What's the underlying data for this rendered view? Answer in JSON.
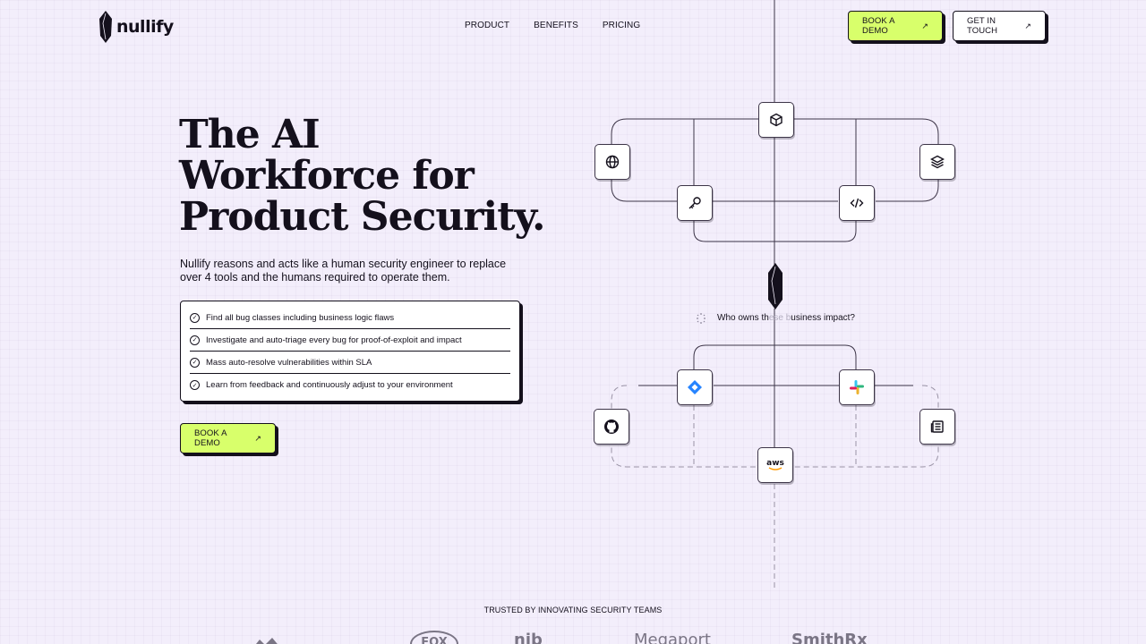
{
  "header": {
    "brand": "nullify",
    "nav": [
      "PRODUCT",
      "BENEFITS",
      "PRICING"
    ],
    "book_demo": "BOOK A DEMO",
    "get_in_touch": "GET IN TOUCH"
  },
  "hero": {
    "title_lines": [
      "The AI",
      "Workforce for",
      "Product Security."
    ],
    "subtitle": "Nullify reasons and acts like a human security engineer to replace over 4 tools and the humans required to operate them.",
    "features": [
      "Find all bug classes including business logic flaws",
      "Investigate and auto-triage every bug for proof-of-exploit and impact",
      "Mass auto-resolve vulnerabilities within SLA",
      "Learn from feedback and continuously adjust to your environment"
    ],
    "cta": "BOOK A DEMO"
  },
  "diagram": {
    "typing_prompt": "Who owns th",
    "typing_faded": "ese b",
    "typing_rest": "usiness impact?",
    "top_icons": [
      "cube-icon",
      "globe-icon",
      "layers-icon",
      "key-icon",
      "code-icon"
    ],
    "bottom_icons": [
      "jira-icon",
      "slack-icon",
      "github-icon",
      "news-icon",
      "aws-icon"
    ],
    "aws_label": "aws"
  },
  "trusted": {
    "heading": "TRUSTED BY INNOVATING SECURITY TEAMS",
    "logos": [
      "FOX",
      "nib",
      "Megaport",
      "SmithRx"
    ]
  },
  "colors": {
    "background": "#f3eefb",
    "accent_lime": "#d8ff6b",
    "ink": "#14101c"
  }
}
